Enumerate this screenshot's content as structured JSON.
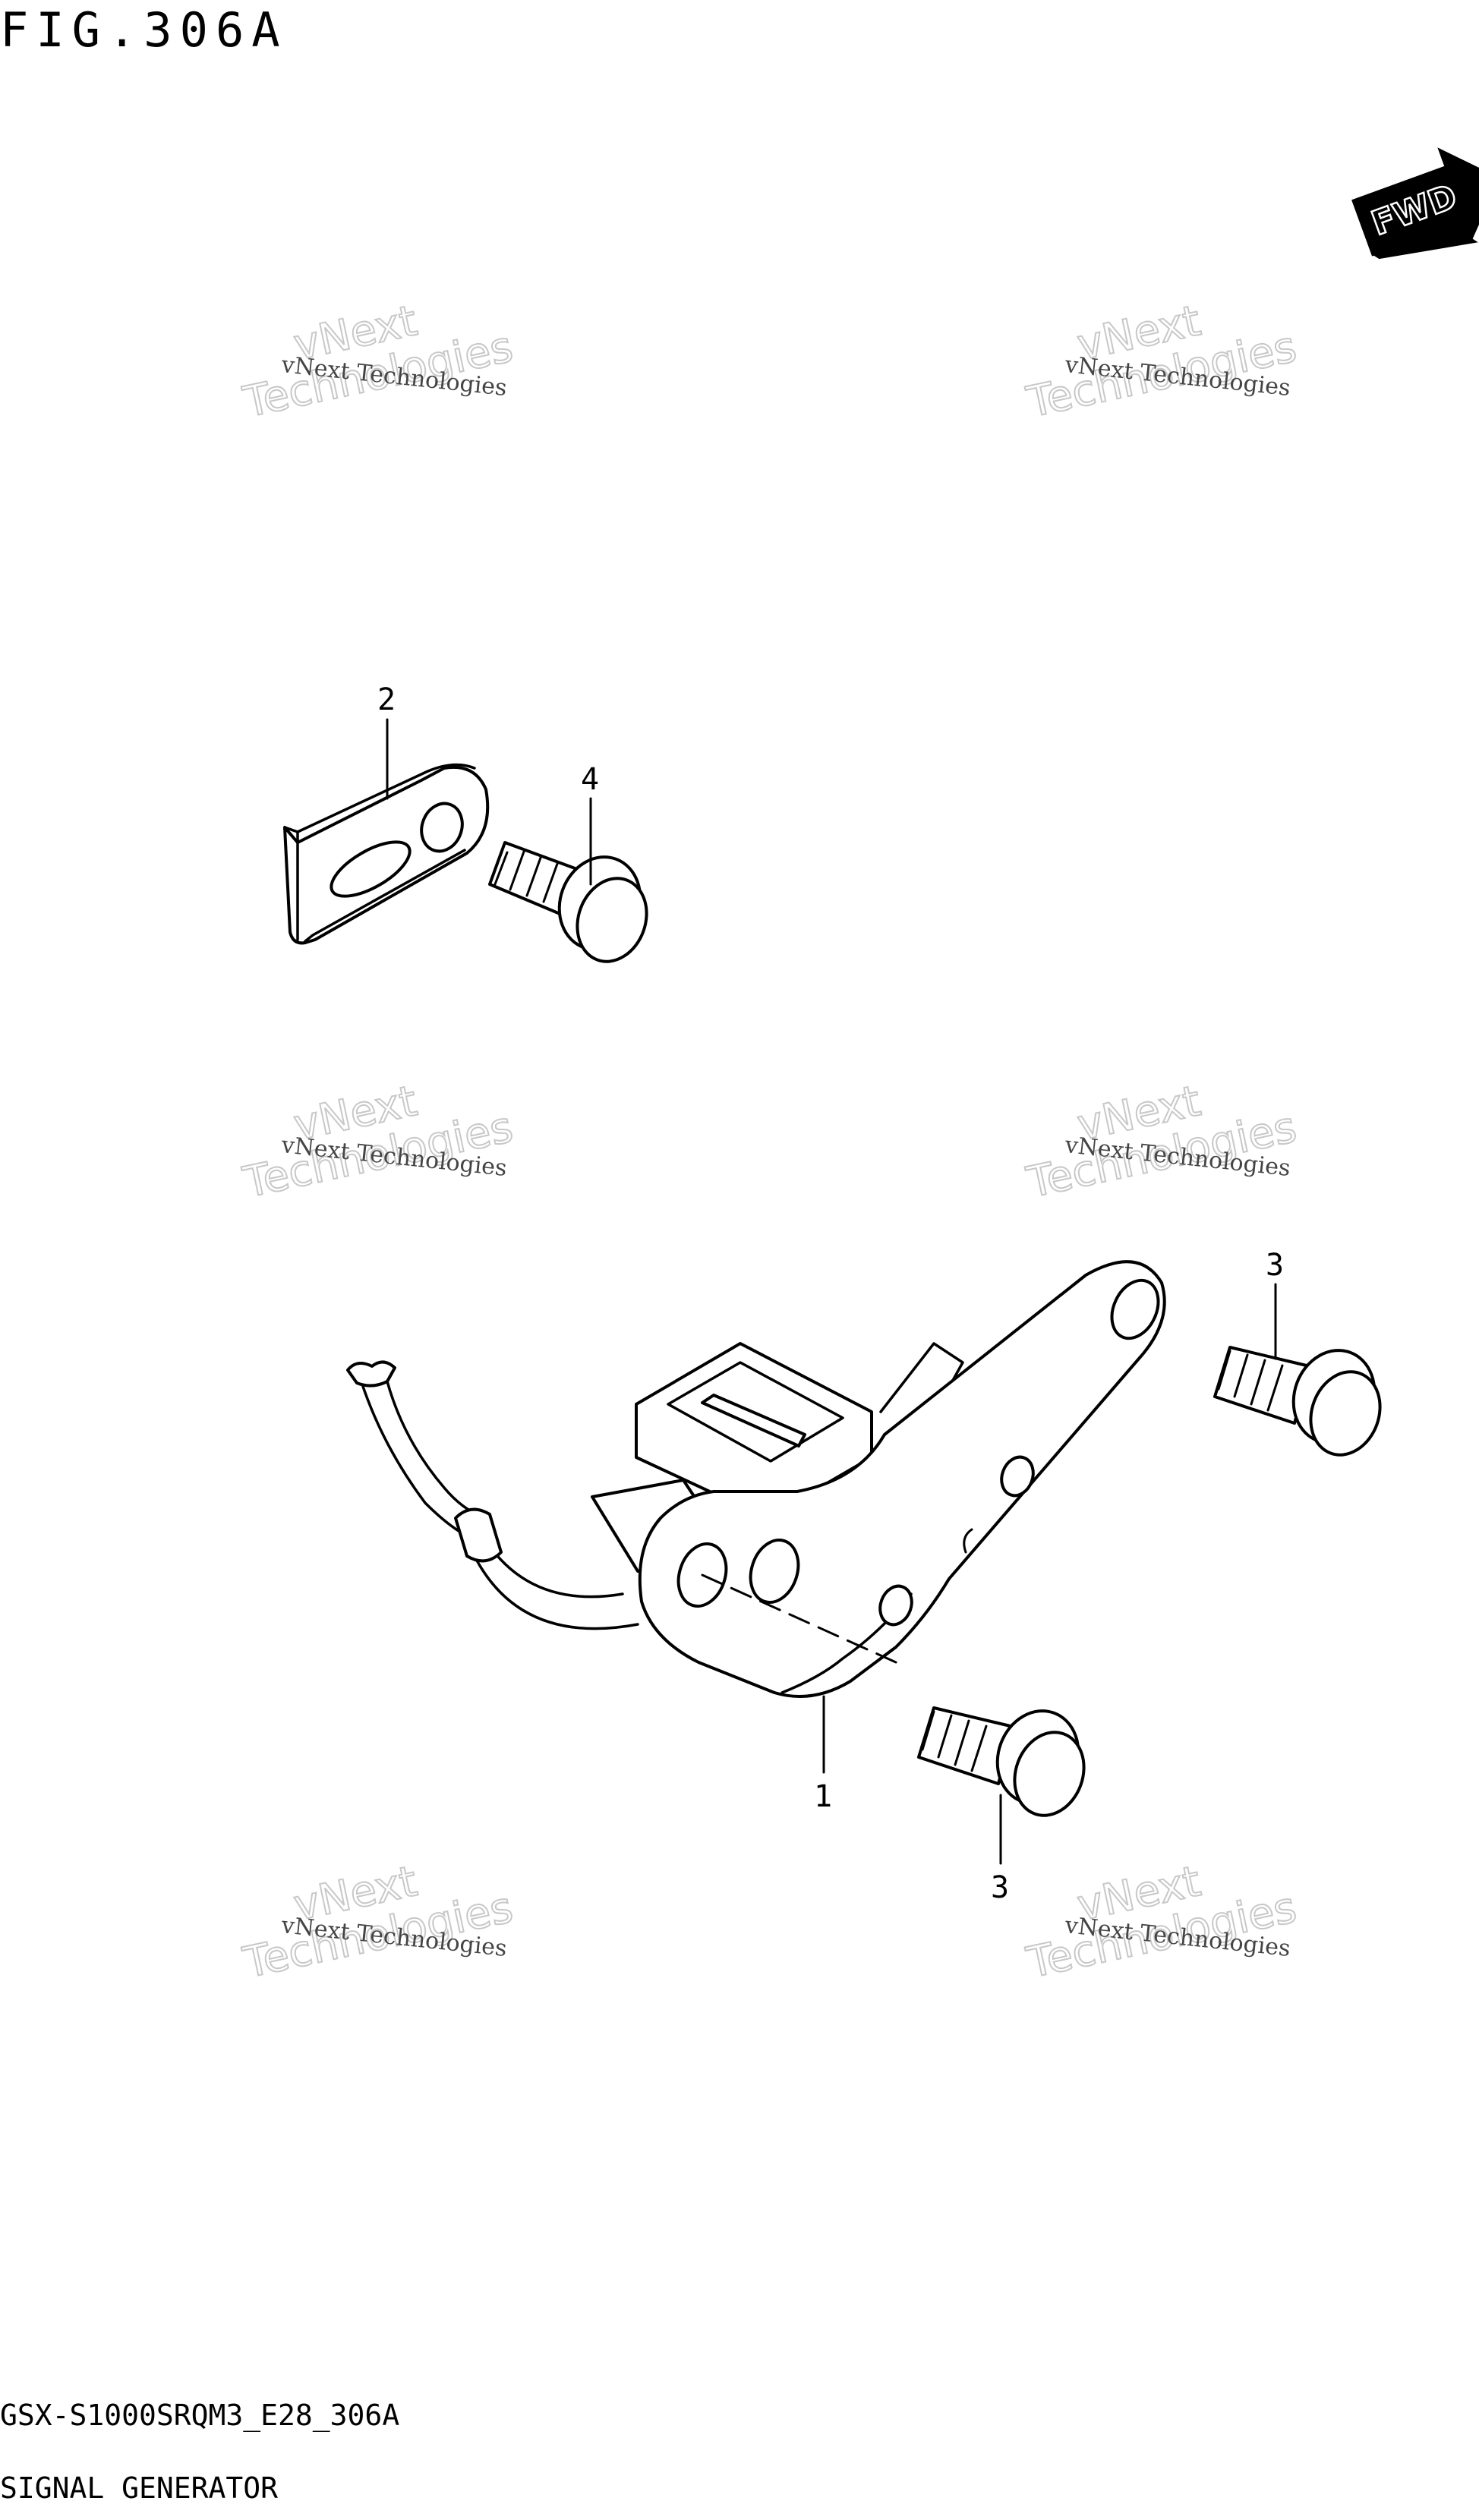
{
  "figure": {
    "title": "FIG.306A",
    "model_code": "GSX-S1000SRQM3_E28_306A",
    "caption": "SIGNAL GENERATOR"
  },
  "fwd_badge": {
    "label": "FWD",
    "icon": "fwd-arrow-icon"
  },
  "callouts": [
    {
      "ref": "1",
      "part": "signal-generator"
    },
    {
      "ref": "2",
      "part": "bracket"
    },
    {
      "ref": "3",
      "part": "bolt-upper"
    },
    {
      "ref": "3",
      "part": "bolt-lower"
    },
    {
      "ref": "4",
      "part": "bolt-small"
    }
  ],
  "watermark": {
    "small_text": "vNext Technologies",
    "big_line1": "vNext",
    "big_line2": "Technologies"
  },
  "colors": {
    "ink": "#000000",
    "background": "#ffffff",
    "watermark": "#c8c8c8"
  }
}
